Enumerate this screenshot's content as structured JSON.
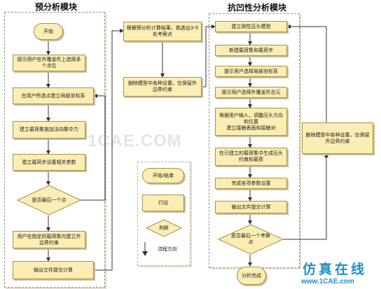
{
  "watermark": {
    "center_text": "1CAE.COM",
    "brand_text": "仿真在线",
    "url_text": "www.1CAE.com"
  },
  "pre_module": {
    "title": "预分析模块",
    "start": "开始",
    "step1": "提示用户在外覆盖件上选择多个点位",
    "step2": "在用户所选点建立局部坐标系",
    "step3": "建立载荷集施加法向集中力",
    "step4": "建立载荷步设置相关参数",
    "decision": "是否最后一个点",
    "step5": "用户在指定的载荷集内建立外边界约束",
    "step6": "输出文件提交计算"
  },
  "middle": {
    "box1": "根据预分析计算结果，挑选出3-5处考察点",
    "box2": "删除模型中各种设置，仅保留外边界约束"
  },
  "dent_module": {
    "title": "抗凹性分析模块",
    "step1": "建立刚性压头模型",
    "step2": "新建载荷集和载荷步",
    "step3": "提示用户选择局部坐标系",
    "step4": "提示用户选择外覆盖件总元",
    "step5": "根据用户输入，调整压头方向和位置\n建立接触表面和接触对",
    "step6": "在已建立的载荷集中生成压头约束和载荷",
    "step7": "完成各项参数设置",
    "step8": "输出文件提交计算",
    "decision": "是否最后一个考察点",
    "end": "分析完成",
    "side": "删除模型中各种设置，仅保留外边界约束"
  },
  "legend": {
    "terminal": "开始/结束",
    "action": "行动",
    "decision": "判断",
    "flow": "流程方向"
  }
}
